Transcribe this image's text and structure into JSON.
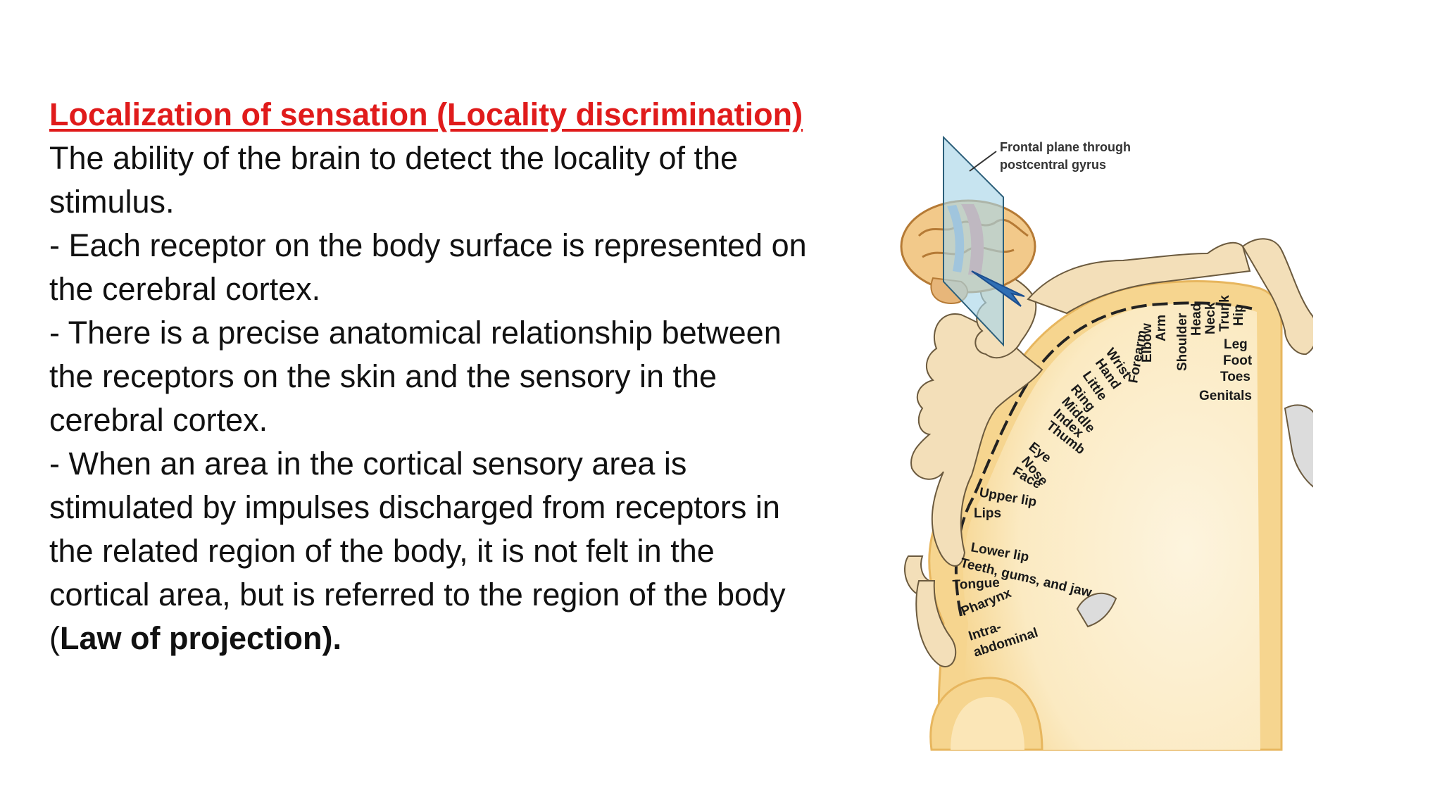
{
  "slide": {
    "title": "Localization of sensation (Locality discrimination)",
    "paragraphs": [
      "The ability of the brain to detect the locality of the stimulus.",
      "- Each receptor on the body surface is represented on the cerebral cortex.",
      "- There is a precise anatomical relationship between the receptors on the skin and the sensory in the cerebral cortex."
    ],
    "last_paragraph_start": "- When an area in the cortical sensory area is stimulated by impulses discharged from receptors in the related region of the body, it is not felt in the cortical area, but is referred to the region of the body (",
    "last_paragraph_bold": "Law of projection)."
  },
  "figure": {
    "caption_line1": "Frontal plane through",
    "caption_line2": "postcentral gyrus",
    "labels": {
      "hip": "Hip",
      "trunk": "Trunk",
      "neck": "Neck",
      "head": "Head",
      "shoulder": "Shoulder",
      "arm": "Arm",
      "elbow": "Elbow",
      "forearm": "Forearm",
      "wrist": "Wrist",
      "hand": "Hand",
      "little": "Little",
      "ring": "Ring",
      "middle": "Middle",
      "index": "Index",
      "thumb": "Thumb",
      "eye": "Eye",
      "nose": "Nose",
      "face": "Face",
      "upper_lip": "Upper lip",
      "lips": "Lips",
      "lower_lip": "Lower lip",
      "teeth": "Teeth, gums, and jaw",
      "tongue": "Tongue",
      "pharynx": "Pharynx",
      "intra": "Intra-",
      "abdominal": "abdominal",
      "leg": "Leg",
      "foot": "Foot",
      "toes": "Toes",
      "genitals": "Genitals"
    },
    "colors": {
      "cortex": "#f6d58f",
      "cortex_inner": "#fbe6b7",
      "homunculus": "#f3dfb9",
      "plane": "#a9d5e8",
      "title_red": "#e01b1b"
    }
  }
}
